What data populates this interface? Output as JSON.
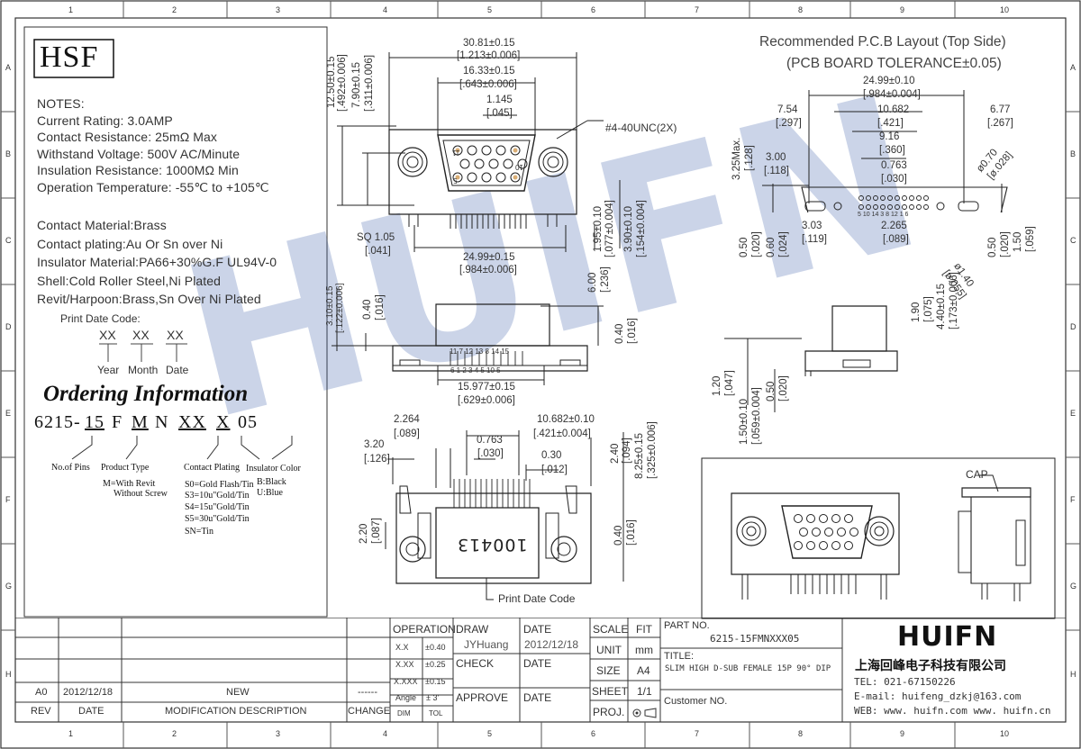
{
  "frame": {
    "col_numbers": [
      "1",
      "2",
      "3",
      "4",
      "5",
      "6",
      "7",
      "8",
      "9",
      "10"
    ],
    "row_letters": [
      "A",
      "B",
      "C",
      "D",
      "E",
      "F",
      "G",
      "H"
    ]
  },
  "logo_hsf": "HSF",
  "watermark": "HUIFN",
  "notes": {
    "heading": "NOTES:",
    "lines": [
      "Current Rating: 3.0AMP",
      "Contact Resistance: 25mΩ Max",
      "Withstand Voltage: 500V AC/Minute",
      "Insulation Resistance: 1000MΩ Min",
      "Operation Temperature: -55℃ to +105℃"
    ],
    "material_lines": [
      "Contact Material:Brass",
      "Contact plating:Au Or Sn over Ni",
      "Insulator Material:PA66+30%G.F UL94V-0",
      "Shell:Cold Roller Steel,Ni Plated",
      "Revit/Harpoon:Brass,Sn Over Ni Plated"
    ]
  },
  "print_date": {
    "label": "Print Date Code:",
    "codes": [
      "XX",
      "XX",
      "XX"
    ],
    "captions": [
      "Year",
      "Month",
      "Date"
    ]
  },
  "ordering": {
    "title": "Ordering Information",
    "parts": [
      "6215-",
      "15",
      "F",
      "M",
      "N",
      "XX",
      "X",
      "05"
    ],
    "labels": {
      "pins": "No.of Pins",
      "type": "Product Type",
      "type_detail_1": "M=With Revit",
      "type_detail_2": "Without Screw",
      "plating": "Contact Plating",
      "plating_options": [
        "S0=Gold Flash/Tin",
        "S3=10u\"Gold/Tin",
        "S4=15u\"Gold/Tin",
        "S5=30u\"Gold/Tin",
        "SN=Tin"
      ],
      "color": "Insulator Color",
      "color_options": [
        "B:Black",
        "U:Blue"
      ]
    }
  },
  "front_view": {
    "dims": {
      "overall": "30.81±0.15",
      "overall_in": "[1.213±0.006]",
      "shell": "16.33±0.15",
      "shell_in": "[.643±0.006]",
      "pitch": "1.145",
      "pitch_in": "[.045]",
      "thread": "#4-40UNC(2X)",
      "h1": "12.50±0.15",
      "h1_in": "[.492±0.006]",
      "h2": "7.90±0.15",
      "h2_in": "[.311±0.006]",
      "sq": "SQ 1.05",
      "sq_in": "[.041]",
      "mount": "24.99±0.15",
      "mount_in": "[.984±0.006]",
      "p1": "1.95±0.10",
      "p1_in": "[.077±0.004]",
      "p2": "3.90±0.10",
      "p2_in": "[.154±0.004]"
    },
    "pin_top_right": "11",
    "pin_top_left": "15",
    "pin_mid_right": "10",
    "pin_mid_left": "6",
    "pin_bot_right": "5",
    "pin_bot_left": "1"
  },
  "side_view": {
    "dims": {
      "a": "3.10±0.15",
      "a_in": "[.122±0.006]",
      "b": "0.40",
      "b_in": "[.016]",
      "c": "6.00",
      "c_in": "[.236]",
      "d": "0.40",
      "d_in": "[.016]",
      "e": "15.977±0.15",
      "e_in": "[.629±0.006]"
    },
    "pins_top": "11 7 12 13 8 14 15",
    "pins_bot": "6 1 2 3 4 5 10 5"
  },
  "bottom_view": {
    "dims": {
      "a": "2.264",
      "a_in": "[.089]",
      "b": "3.20",
      "b_in": "[.126]",
      "c": "0.763",
      "c_in": "[.030]",
      "d": "10.682±0.10",
      "d_in": "[.421±0.004]",
      "e": "0.30",
      "e_in": "[.012]",
      "f": "2.40",
      "f_in": "[.094]",
      "g": "8.25±0.15",
      "g_in": "[.325±0.006]",
      "h": "2.20",
      "h_in": "[.087]",
      "i": "0.40",
      "i_in": "[.016]"
    },
    "stamp": "100413",
    "callout": "Print Date Code"
  },
  "pcb_layout": {
    "title_1": "Recommended P.C.B Layout (Top Side)",
    "title_2": "(PCB BOARD TOLERANCE±0.05)",
    "dims": {
      "a": "24.99±0.10",
      "a_in": "[.984±0.004]",
      "b": "7.54",
      "b_in": "[.297]",
      "c": "10.682",
      "c_in": "[.421]",
      "d": "6.77",
      "d_in": "[.267]",
      "e": "9.16",
      "e_in": "[.360]",
      "f": "0.763",
      "f_in": "[.030]",
      "g": "3.00",
      "g_in": "[.118]",
      "h": "3.25Max.",
      "h_in": "[.128]",
      "i": "ø0.70",
      "i_in": "[ø.028]",
      "j": "3.03",
      "j_in": "[.119]",
      "k": "2.265",
      "k_in": "[.089]",
      "l": "0.50",
      "l_in": "[.020]",
      "m": "0.60",
      "m_in": "[.024]",
      "n": "0.50",
      "n_in": "[.020]",
      "o": "1.50",
      "o_in": "[.059]",
      "p": "ø1.40",
      "p_in": "[ø.055]"
    },
    "pin_row": "5 10 14 3 8 12 1 6"
  },
  "right_side": {
    "dims": {
      "a": "1.90",
      "a_in": "[.075]",
      "b": "4.40±0.15",
      "b_in": "[.173±0.006]",
      "c": "1.20",
      "c_in": "[.047]",
      "d": "1.50±0.10",
      "d_in": "[.059±0.004]",
      "e": "0.50",
      "e_in": "[.020]"
    }
  },
  "iso": {
    "cap_label": "CAP"
  },
  "title_block": {
    "rev_header": "REV",
    "date_header": "DATE",
    "desc_header": "MODIFICATION  DESCRIPTION",
    "change_header": "CHANGE",
    "rev": "A0",
    "rev_date": "2012/12/18",
    "rev_desc": "NEW",
    "rev_change": "------",
    "operation": "OPERATION",
    "tolerances": [
      {
        "k": "X.X",
        "v": "±0.40"
      },
      {
        "k": "X.XX",
        "v": "±0.25"
      },
      {
        "k": "X.XXX",
        "v": "±0.15"
      },
      {
        "k": "Angle",
        "v": "± 3'"
      }
    ],
    "dim": "DIM",
    "tol": "TOL",
    "draw": "DRAW",
    "drawer": "JYHuang",
    "check": "CHECK",
    "approve": "APPROVE",
    "date": "DATE",
    "draw_date": "2012/12/18",
    "scale": "SCALE",
    "fit": "FIT",
    "unit": "UNIT",
    "unit_val": "mm",
    "size": "SIZE",
    "size_val": "A4",
    "sheet": "SHEET",
    "sheet_val": "1/1",
    "proj": "PROJ.",
    "part_no_label": "PART NO.",
    "part_no": "6215-15FMNXXX05",
    "title_label": "TITLE:",
    "title": "SLIM HIGH D-SUB FEMALE 15P 90° DIP",
    "customer_label": "Customer NO.",
    "company_logo": "HUIFN",
    "company_cn": "上海回峰电子科技有限公司",
    "tel": "TEL: 021-67150226",
    "email": "E-mail: huifeng_dzkj@163.com",
    "web": "WEB: www. huifn.com  www. huifn.cn"
  }
}
